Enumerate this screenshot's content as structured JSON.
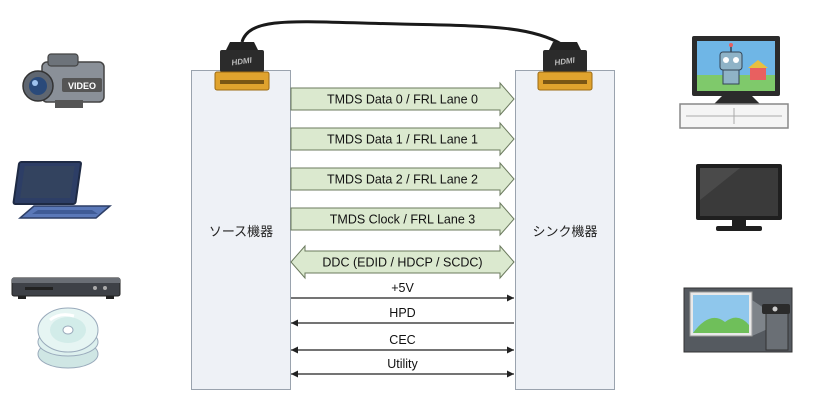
{
  "source_label": "ソース機器",
  "sink_label": "シンク機器",
  "connector_text": "HDMI",
  "camcorder_text": "VIDEO",
  "lanes": [
    {
      "label": "TMDS Data 0 / FRL Lane 0",
      "direction": "right"
    },
    {
      "label": "TMDS Data 1 / FRL Lane 1",
      "direction": "right"
    },
    {
      "label": "TMDS Data 2 / FRL Lane 2",
      "direction": "right"
    },
    {
      "label": "TMDS Clock / FRL Lane 3",
      "direction": "right"
    },
    {
      "label": "DDC (EDID / HDCP / SCDC)",
      "direction": "both"
    }
  ],
  "wires": [
    {
      "label": "+5V",
      "direction": "right"
    },
    {
      "label": "HPD",
      "direction": "left"
    },
    {
      "label": "CEC",
      "direction": "both"
    },
    {
      "label": "Utility",
      "direction": "both"
    }
  ],
  "colors": {
    "lane_fill": "#dbe9cf",
    "lane_stroke": "#6b7a5e",
    "box_fill": "#eef1f6",
    "connector_gold": "#e0a32e",
    "connector_body": "#2b2b2b"
  }
}
